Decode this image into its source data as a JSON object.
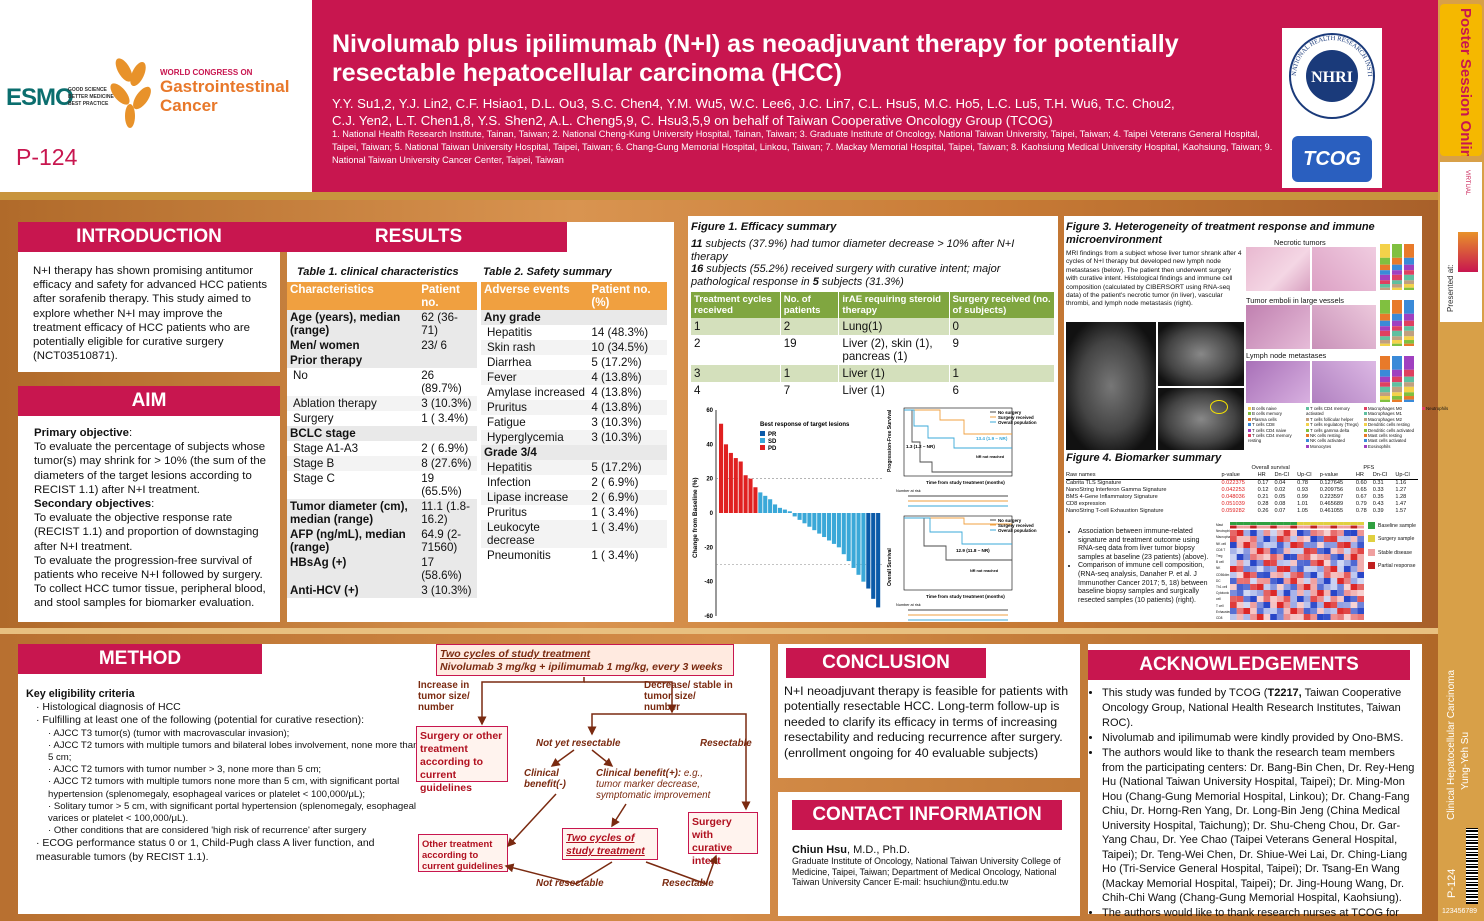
{
  "header": {
    "title": "Nivolumab plus ipilimumab (N+I) as neoadjuvant therapy for potentially resectable hepatocellular carcinoma (HCC)",
    "authors_line1": "Y.Y. Su1,2, Y.J. Lin2, C.F. Hsiao1, D.L. Ou3, S.C. Chen4, Y.M. Wu5, W.C. Lee6, J.C. Lin7, C.L. Hsu5, M.C. Ho5, L.C. Lu5, T.H. Wu6, T.C. Chou2,",
    "authors_line2": "C.J. Yen2, L.T. Chen1,8, Y.S. Shen2, A.L. Cheng5,9, C. Hsu3,5,9 on behalf of Taiwan Cooperative Oncology Group (TCOG)",
    "affiliations": "1. National Health Research Institute, Tainan, Taiwan; 2. National Cheng-Kung University Hospital, Tainan, Taiwan; 3. Graduate Institute of Oncology, National Taiwan University, Taipei, Taiwan; 4. Taipei Veterans General Hospital, Taipei, Taiwan; 5. National Taiwan University Hospital, Taipei, Taiwan; 6. Chang-Gung Memorial Hospital, Linkou, Taiwan; 7. Mackay Memorial Hospital, Taipei, Taiwan; 8. Kaohsiung Medical University Hospital, Kaohsiung, Taiwan; 9. National Taiwan University Cancer Center, Taipei, Taiwan",
    "poster_id": "P-124",
    "esmo": "ESMO",
    "esmo_tag1": "GOOD SCIENCE",
    "esmo_tag2": "BETTER MEDICINE",
    "esmo_tag3": "BEST PRACTICE",
    "congress_line1": "WORLD CONGRESS ON",
    "congress_line2": "Gastrointestinal",
    "congress_line3": "Cancer",
    "nhri_ring": "NATIONAL HEALTH RESEARCH INSTITUTES",
    "nhri_mark": "NHRI",
    "tcog": "TCOG"
  },
  "sidebar": {
    "brand": "Poster Session Online",
    "virtual": "VIRTUAL",
    "presented_at": "Presented at:",
    "track": "Clinical Hepatocellular Carcinoma",
    "author": "Yung-Yeh Su",
    "id": "P-124",
    "code": "123456789"
  },
  "introduction": {
    "heading": "INTRODUCTION",
    "text": "N+I therapy has shown promising antitumor efficacy and safety for advanced HCC patients after sorafenib therapy. This study aimed to explore whether N+I may improve the treatment efficacy of HCC patients who are potentially eligible for curative surgery (NCT03510871)."
  },
  "aim": {
    "heading": "AIM",
    "primary_label": "Primary objective",
    "primary_text": "To evaluate the percentage of subjects whose tumor(s) may shrink for > 10% (the sum of the diameters of the target lesions according to RECIST 1.1) after N+I treatment.",
    "secondary_label": "Secondary objectives",
    "secondary_text1": "To evaluate the objective response rate (RECIST 1.1) and proportion of downstaging after N+I treatment.",
    "secondary_text2": "To evaluate the progression-free survival of patients who receive N+I followed by surgery. To collect HCC tumor tissue, peripheral blood, and stool samples for biomarker evaluation."
  },
  "results": {
    "heading": "RESULTS",
    "table1_title": "Table 1. clinical characteristics",
    "table1_head": [
      "Characteristics",
      "Patient no."
    ],
    "table1_rows": [
      {
        "c": "Age (years), median (range)",
        "v": "62 (36-71)",
        "k": "sh"
      },
      {
        "c": "Men/ women",
        "v": "23/ 6",
        "k": "sh"
      },
      {
        "c": "Prior therapy",
        "v": "",
        "k": "sh"
      },
      {
        "c": "No",
        "v": "26 (89.7%)",
        "k": "n"
      },
      {
        "c": "Ablation therapy",
        "v": "3 (10.3%)",
        "k": "g"
      },
      {
        "c": "Surgery",
        "v": "1 ( 3.4%)",
        "k": "n"
      },
      {
        "c": "BCLC stage",
        "v": "",
        "k": "sh"
      },
      {
        "c": "Stage A1-A3",
        "v": "2 ( 6.9%)",
        "k": "n"
      },
      {
        "c": "Stage B",
        "v": "8 (27.6%)",
        "k": "g"
      },
      {
        "c": "Stage C",
        "v": "19 (65.5%)",
        "k": "n"
      },
      {
        "c": "Tumor diameter (cm), median (range)",
        "v": "11.1 (1.8-16.2)",
        "k": "sh"
      },
      {
        "c": "AFP (ng/mL), median (range)",
        "v": "64.9 (2-71560)",
        "k": "sh"
      },
      {
        "c": "HBsAg (+)",
        "v": "17 (58.6%)",
        "k": "sh"
      },
      {
        "c": "Anti-HCV (+)",
        "v": "3 (10.3%)",
        "k": "sh"
      }
    ],
    "table2_title": "Table 2. Safety summary",
    "table2_head": [
      "Adverse events",
      "Patient no. (%)"
    ],
    "table2_rows": [
      {
        "c": "Any grade",
        "v": "",
        "k": "sh"
      },
      {
        "c": "Hepatitis",
        "v": "14 (48.3%)",
        "k": "n"
      },
      {
        "c": "Skin rash",
        "v": "10 (34.5%)",
        "k": "g"
      },
      {
        "c": "Diarrhea",
        "v": "5 (17.2%)",
        "k": "n"
      },
      {
        "c": "Fever",
        "v": "4 (13.8%)",
        "k": "g"
      },
      {
        "c": "Amylase increased",
        "v": "4 (13.8%)",
        "k": "n"
      },
      {
        "c": "Pruritus",
        "v": "4 (13.8%)",
        "k": "g"
      },
      {
        "c": "Fatigue",
        "v": "3 (10.3%)",
        "k": "n"
      },
      {
        "c": "Hyperglycemia",
        "v": "3 (10.3%)",
        "k": "g"
      },
      {
        "c": "Grade 3/4",
        "v": "",
        "k": "sh"
      },
      {
        "c": "Hepatitis",
        "v": "5 (17.2%)",
        "k": "g"
      },
      {
        "c": "Infection",
        "v": "2 ( 6.9%)",
        "k": "n"
      },
      {
        "c": "Lipase increase",
        "v": "2 ( 6.9%)",
        "k": "g"
      },
      {
        "c": "Pruritus",
        "v": "1 ( 3.4%)",
        "k": "n"
      },
      {
        "c": "Leukocyte decrease",
        "v": "1 ( 3.4%)",
        "k": "g"
      },
      {
        "c": "Pneumonitis",
        "v": "1 ( 3.4%)",
        "k": "n"
      }
    ]
  },
  "figure1": {
    "title": "Figure 1. Efficacy summary",
    "line1_num": "11",
    "line1_text": " subjects (37.9%) had tumor diameter decrease > 10% after N+I therapy",
    "line2_num": "16",
    "line2_text": " subjects (55.2%) received surgery with curative intent; major pathological response in ",
    "line2_num2": "5",
    "line2_text2": " subjects (31.3%)",
    "table_head": [
      "Treatment cycles received",
      "No. of patients",
      "irAE requiring steroid therapy",
      "Surgery received (no. of subjects)"
    ],
    "table_rows": [
      [
        "1",
        "2",
        "Lung(1)",
        "0"
      ],
      [
        "2",
        "19",
        "Liver (2), skin (1), pancreas (1)",
        "9"
      ],
      [
        "3",
        "1",
        "Liver (1)",
        "1"
      ],
      [
        "4",
        "7",
        "Liver (1)",
        "6"
      ]
    ],
    "km1_ylabel": "Progression-Free Survival",
    "km1_xlabel": "Time from study treatment (months)",
    "km1_leg": [
      "No surgery",
      "Surgery received",
      "Overall population"
    ],
    "km1_ann1": "13.4 (1.9 – NR)",
    "km1_ann2": "1.3 (1.2 – NR)",
    "km1_ann3": "NR not reached",
    "km1_risk": "Number at risk",
    "km2_ylabel": "Overall Survival",
    "km2_xlabel": "Time from study treatment (months)",
    "km2_leg": [
      "No surgery",
      "Surgery received",
      "Overall population"
    ],
    "km2_ann1": "12.9 (11.8 – NR)",
    "km2_ann2": "NR not reached",
    "km2_risk": "Number at risk"
  },
  "chart_data": {
    "type": "bar",
    "title": "",
    "xlabel": "",
    "ylabel": "Change from Baseline (%)",
    "ylim": [
      -60,
      60
    ],
    "yticks": [
      60,
      40,
      20,
      0,
      -20,
      -40,
      -60
    ],
    "legend_title": "Best response of target lesions",
    "series": [
      {
        "name": "PR",
        "color": "#0b5aa8"
      },
      {
        "name": "SD",
        "color": "#3aa8d8"
      },
      {
        "name": "PD",
        "color": "#e02020"
      }
    ],
    "values": [
      52,
      40,
      35,
      32,
      30,
      22,
      20,
      15,
      12,
      10,
      8,
      5,
      3,
      2,
      1,
      -2,
      -4,
      -6,
      -8,
      -10,
      -12,
      -14,
      -16,
      -18,
      -20,
      -24,
      -28,
      -32,
      -36,
      -40,
      -44,
      -50,
      -55
    ],
    "responses": [
      "PD",
      "PD",
      "PD",
      "PD",
      "PD",
      "PD",
      "PD",
      "PD",
      "SD",
      "SD",
      "SD",
      "SD",
      "SD",
      "SD",
      "SD",
      "SD",
      "SD",
      "SD",
      "SD",
      "SD",
      "SD",
      "SD",
      "SD",
      "SD",
      "SD",
      "SD",
      "SD",
      "SD",
      "SD",
      "SD",
      "PR",
      "PR",
      "PR"
    ]
  },
  "figure3": {
    "title": "Figure 3. Heterogeneity of treatment response and immune microenvironment",
    "text": "MRI findings from a subject whose liver tumor shrank after 4 cycles of N+I therapy but developed new lymph node metastases (below). The patient then underwent surgery with curative intent. Histological findings and immune cell composition (calculated by CIBERSORT using RNA-seq data) of the patient's necrotic tumor (in liver), vascular thrombi, and lymph node metastasis (right).",
    "lab1": "Necrotic tumors",
    "lab2": "Tumor emboli in large vessels",
    "lab3": "Lymph node metastases",
    "legend_items": [
      "B cells naive",
      "B cells memory",
      "Plasma cells",
      "T cells CD8",
      "T cells CD4 naive",
      "T cells CD4 memory resting",
      "T cells CD4 memory activated",
      "T cells follicular helper",
      "T cells regulatory (Tregs)",
      "T cells gamma delta",
      "NK cells resting",
      "NK cells activated",
      "Monocytes",
      "Macrophages M0",
      "Macrophages M1",
      "Macrophages M2",
      "Dendritic cells resting",
      "Dendritic cells activated",
      "Mast cells resting",
      "Mast cells activated",
      "Eosinophils",
      "Neutrophils"
    ]
  },
  "figure4": {
    "title": "Figure 4. Biomarker summary",
    "group1": "Overall survival",
    "group2": "PFS",
    "cols": [
      "Raw names",
      "p-value",
      "HR",
      "Dn-CI",
      "Up-CI",
      "p-value",
      "HR",
      "Dn-CI",
      "Up-CI"
    ],
    "rows": [
      [
        "Cabrita TLS Signature",
        "0.022375",
        "0.17",
        "0.04",
        "0.78",
        "0.127645",
        "0.60",
        "0.31",
        "1.16"
      ],
      [
        "NanoString Interferon Gamma Signature",
        "0.042253",
        "0.12",
        "0.02",
        "0.93",
        "0.209756",
        "0.65",
        "0.33",
        "1.27"
      ],
      [
        "BMS 4-Gene Inflammatory Signature",
        "0.048036",
        "0.21",
        "0.05",
        "0.99",
        "0.223597",
        "0.67",
        "0.35",
        "1.28"
      ],
      [
        "CD8 expression",
        "0.051039",
        "0.28",
        "0.08",
        "1.01",
        "0.465689",
        "0.79",
        "0.43",
        "1.47"
      ],
      [
        "NanoString T-cell Exhaustion Signature",
        "0.059282",
        "0.26",
        "0.07",
        "1.05",
        "0.461055",
        "0.78",
        "0.39",
        "1.57"
      ]
    ],
    "bullet1": "Association between immune-related signature and treatment outcome using RNA-seq data from liver tumor biopsy samples at baseline (23 patients) (above).",
    "bullet2": "Comparison of immune cell composition, (RNA-seq analysis, Danaher P. et al. J Immunother Cancer 2017; 5, 18) between baseline biopsy samples and surgically resected samples (10 patients) (right).",
    "hm_rows": [
      "Mast",
      "Neutrophil",
      "Macrophage",
      "NK cell",
      "CD8 T",
      "Treg",
      "B cell",
      "NK CD56dim",
      "DC",
      "Th1 cell",
      "Cytotoxic cell",
      "T cell",
      "Exhausted CD8",
      "CD45",
      "Tcell act"
    ],
    "hm_legend": [
      "Baseline sample",
      "Surgery sample",
      "Stable disease",
      "Partial response"
    ]
  },
  "method": {
    "heading": "METHOD",
    "key_label": "Key eligibility criteria",
    "b1": "Histological diagnosis of HCC",
    "b2": "Fulfilling at least one of the following (potential for curative resection):",
    "s1": "AJCC T3 tumor(s) (tumor with macrovascular invasion);",
    "s2": "AJCC T2 tumors with multiple tumors and bilateral lobes involvement, none more than 5 cm;",
    "s3": "AJCC T2 tumors with tumor number > 3, none more than 5 cm;",
    "s4": "AJCC T2 tumors with multiple tumors none more than 5 cm, with significant portal hypertension (splenomegaly, esophageal varices or platelet < 100,000/μL);",
    "s5": "Solitary tumor > 5 cm, with significant portal hypertension (splenomegaly, esophageal varices or platelet < 100,000/μL).",
    "s6": "Other conditions that are considered 'high risk of recurrence' after surgery",
    "b3": "ECOG performance status 0 or 1, Child-Pugh class A liver function, and measurable tumors (by RECIST 1.1)."
  },
  "flow": {
    "top1": "Two cycles of study treatment",
    "top2": "Nivolumab 3 mg/kg + ipilimumab 1 mg/kg, every 3 weeks",
    "increase": "Increase in tumor size/ number",
    "decrease": "Decrease/ stable in tumor size/ number",
    "surgery_other": "Surgery or other treatment according to current guidelines",
    "not_yet": "Not yet resectable",
    "resectable1": "Resectable",
    "clin_neg": "Clinical benefit(-)",
    "clin_pos": "Clinical benefit(+):",
    "clin_pos_eg": " e.g., tumor marker decrease, symptomatic improvement",
    "two_cycles": "Two cycles of study treatment",
    "surgery_curative": "Surgery with curative intent",
    "other_treatment": "Other treatment according to current guidelines",
    "not_resectable": "Not resectable",
    "resectable2": "Resectable"
  },
  "conclusion": {
    "heading": "CONCLUSION",
    "text": "N+I neoadjuvant therapy is feasible for patients with potentially resectable HCC. Long-term follow-up is needed to clarify its efficacy in terms of increasing resectability and reducing recurrence after surgery. (enrollment ongoing for 40 evaluable subjects)"
  },
  "contact": {
    "heading": "CONTACT INFORMATION",
    "name": "Chiun Hsu",
    "deg": ", M.D., Ph.D.",
    "line1": "Graduate Institute of Oncology, National Taiwan University College of Medicine, Taipei, Taiwan; Department of Medical Oncology, National Taiwan University Cancer E-mail: hsuchiun@ntu.edu.tw"
  },
  "ack": {
    "heading": "ACKNOWLEDGEMENTS",
    "b1a": "This study was funded by TCOG (",
    "b1b": "T2217,",
    "b1c": " Taiwan Cooperative Oncology Group, National Health Research Institutes, Taiwan ROC).",
    "b2": "Nivolumab and ipilimumab were kindly provided by Ono-BMS.",
    "b3": "The authors would like to thank the research team members from the participating centers: Dr. Bang-Bin Chen, Dr. Rey-Heng Hu (National Taiwan University Hospital, Taipei); Dr. Ming-Mon Hou (Chang-Gung Memorial Hospital, Linkou); Dr. Chang-Fang Chiu, Dr. Horng-Ren Yang, Dr. Long-Bin Jeng (China Medical University Hospital, Taichung); Dr. Shu-Cheng Chou, Dr. Gar-Yang Chau, Dr. Yee Chao (Taipei Veterans General Hospital, Taipei); Dr. Teng-Wei Chen, Dr. Shiue-Wei Lai, Dr. Ching-Liang Ho (Tri-Service General Hospital, Taipei); Dr. Tsang-En Wang (Mackay Memorial Hospital, Taipei); Dr. Jing-Houng Wang, Dr. Chih-Chi Wang (Chang-Gung Memorial Hospital, Kaohsiung).",
    "b4": "The authors would like to thank research nurses at TCOG for their excellent work."
  }
}
